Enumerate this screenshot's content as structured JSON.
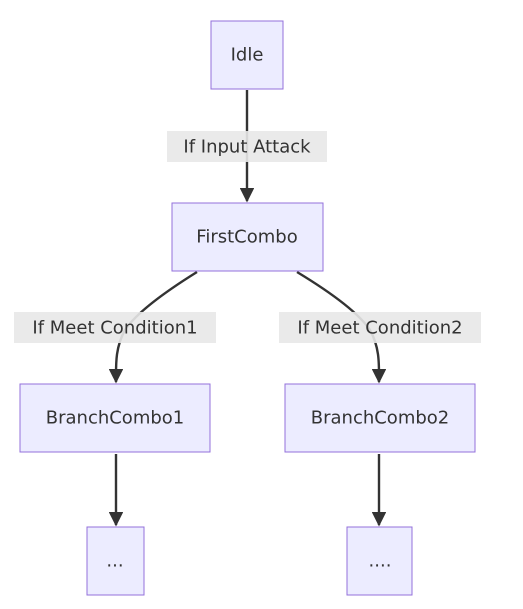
{
  "diagram": {
    "nodes": {
      "idle": "Idle",
      "first_combo": "FirstCombo",
      "branch_combo_1": "BranchCombo1",
      "branch_combo_2": "BranchCombo2",
      "ellipsis_1": "...",
      "ellipsis_2": "...."
    },
    "edges": {
      "idle_to_first": "If Input Attack",
      "first_to_branch1": "If Meet Condition1",
      "first_to_branch2": "If Meet Condition2"
    },
    "colors": {
      "node_fill": "#ECECFF",
      "node_stroke": "#9370DB",
      "edge": "#333333",
      "label_background": "#e8e8e8",
      "text": "#333333"
    }
  }
}
